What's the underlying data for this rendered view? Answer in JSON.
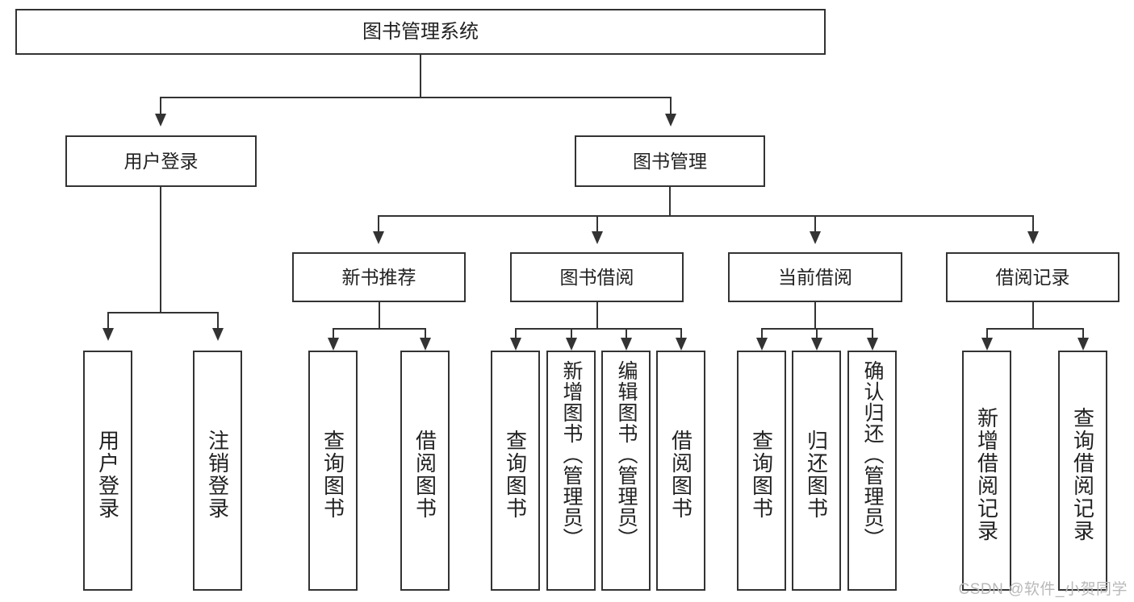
{
  "diagram": {
    "title": "图书管理系统",
    "type": "tree",
    "watermark": "CSDN @软件_小贺同学",
    "colors": {
      "stroke": "#333333",
      "fill": "#ffffff",
      "text": "#222222",
      "watermark": "#b9b9b9"
    },
    "root": {
      "label": "图书管理系统"
    },
    "level2": [
      {
        "label": "用户登录"
      },
      {
        "label": "图书管理"
      }
    ],
    "level3": [
      {
        "label": "新书推荐"
      },
      {
        "label": "图书借阅"
      },
      {
        "label": "当前借阅"
      },
      {
        "label": "借阅记录"
      }
    ],
    "leaves": {
      "user_login": [
        {
          "label": "用户登录"
        },
        {
          "label": "注销登录"
        }
      ],
      "new_book_recommend": [
        {
          "label": "查询图书"
        },
        {
          "label": "借阅图书"
        }
      ],
      "book_borrow": [
        {
          "label": "查询图书"
        },
        {
          "label": "新增图书（管理员）"
        },
        {
          "label": "编辑图书（管理员）"
        },
        {
          "label": "借阅图书"
        }
      ],
      "current_borrow": [
        {
          "label": "查询图书"
        },
        {
          "label": "归还图书"
        },
        {
          "label": "确认归还（管理员）"
        }
      ],
      "borrow_records": [
        {
          "label": "新增借阅记录"
        },
        {
          "label": "查询借阅记录"
        }
      ]
    }
  }
}
